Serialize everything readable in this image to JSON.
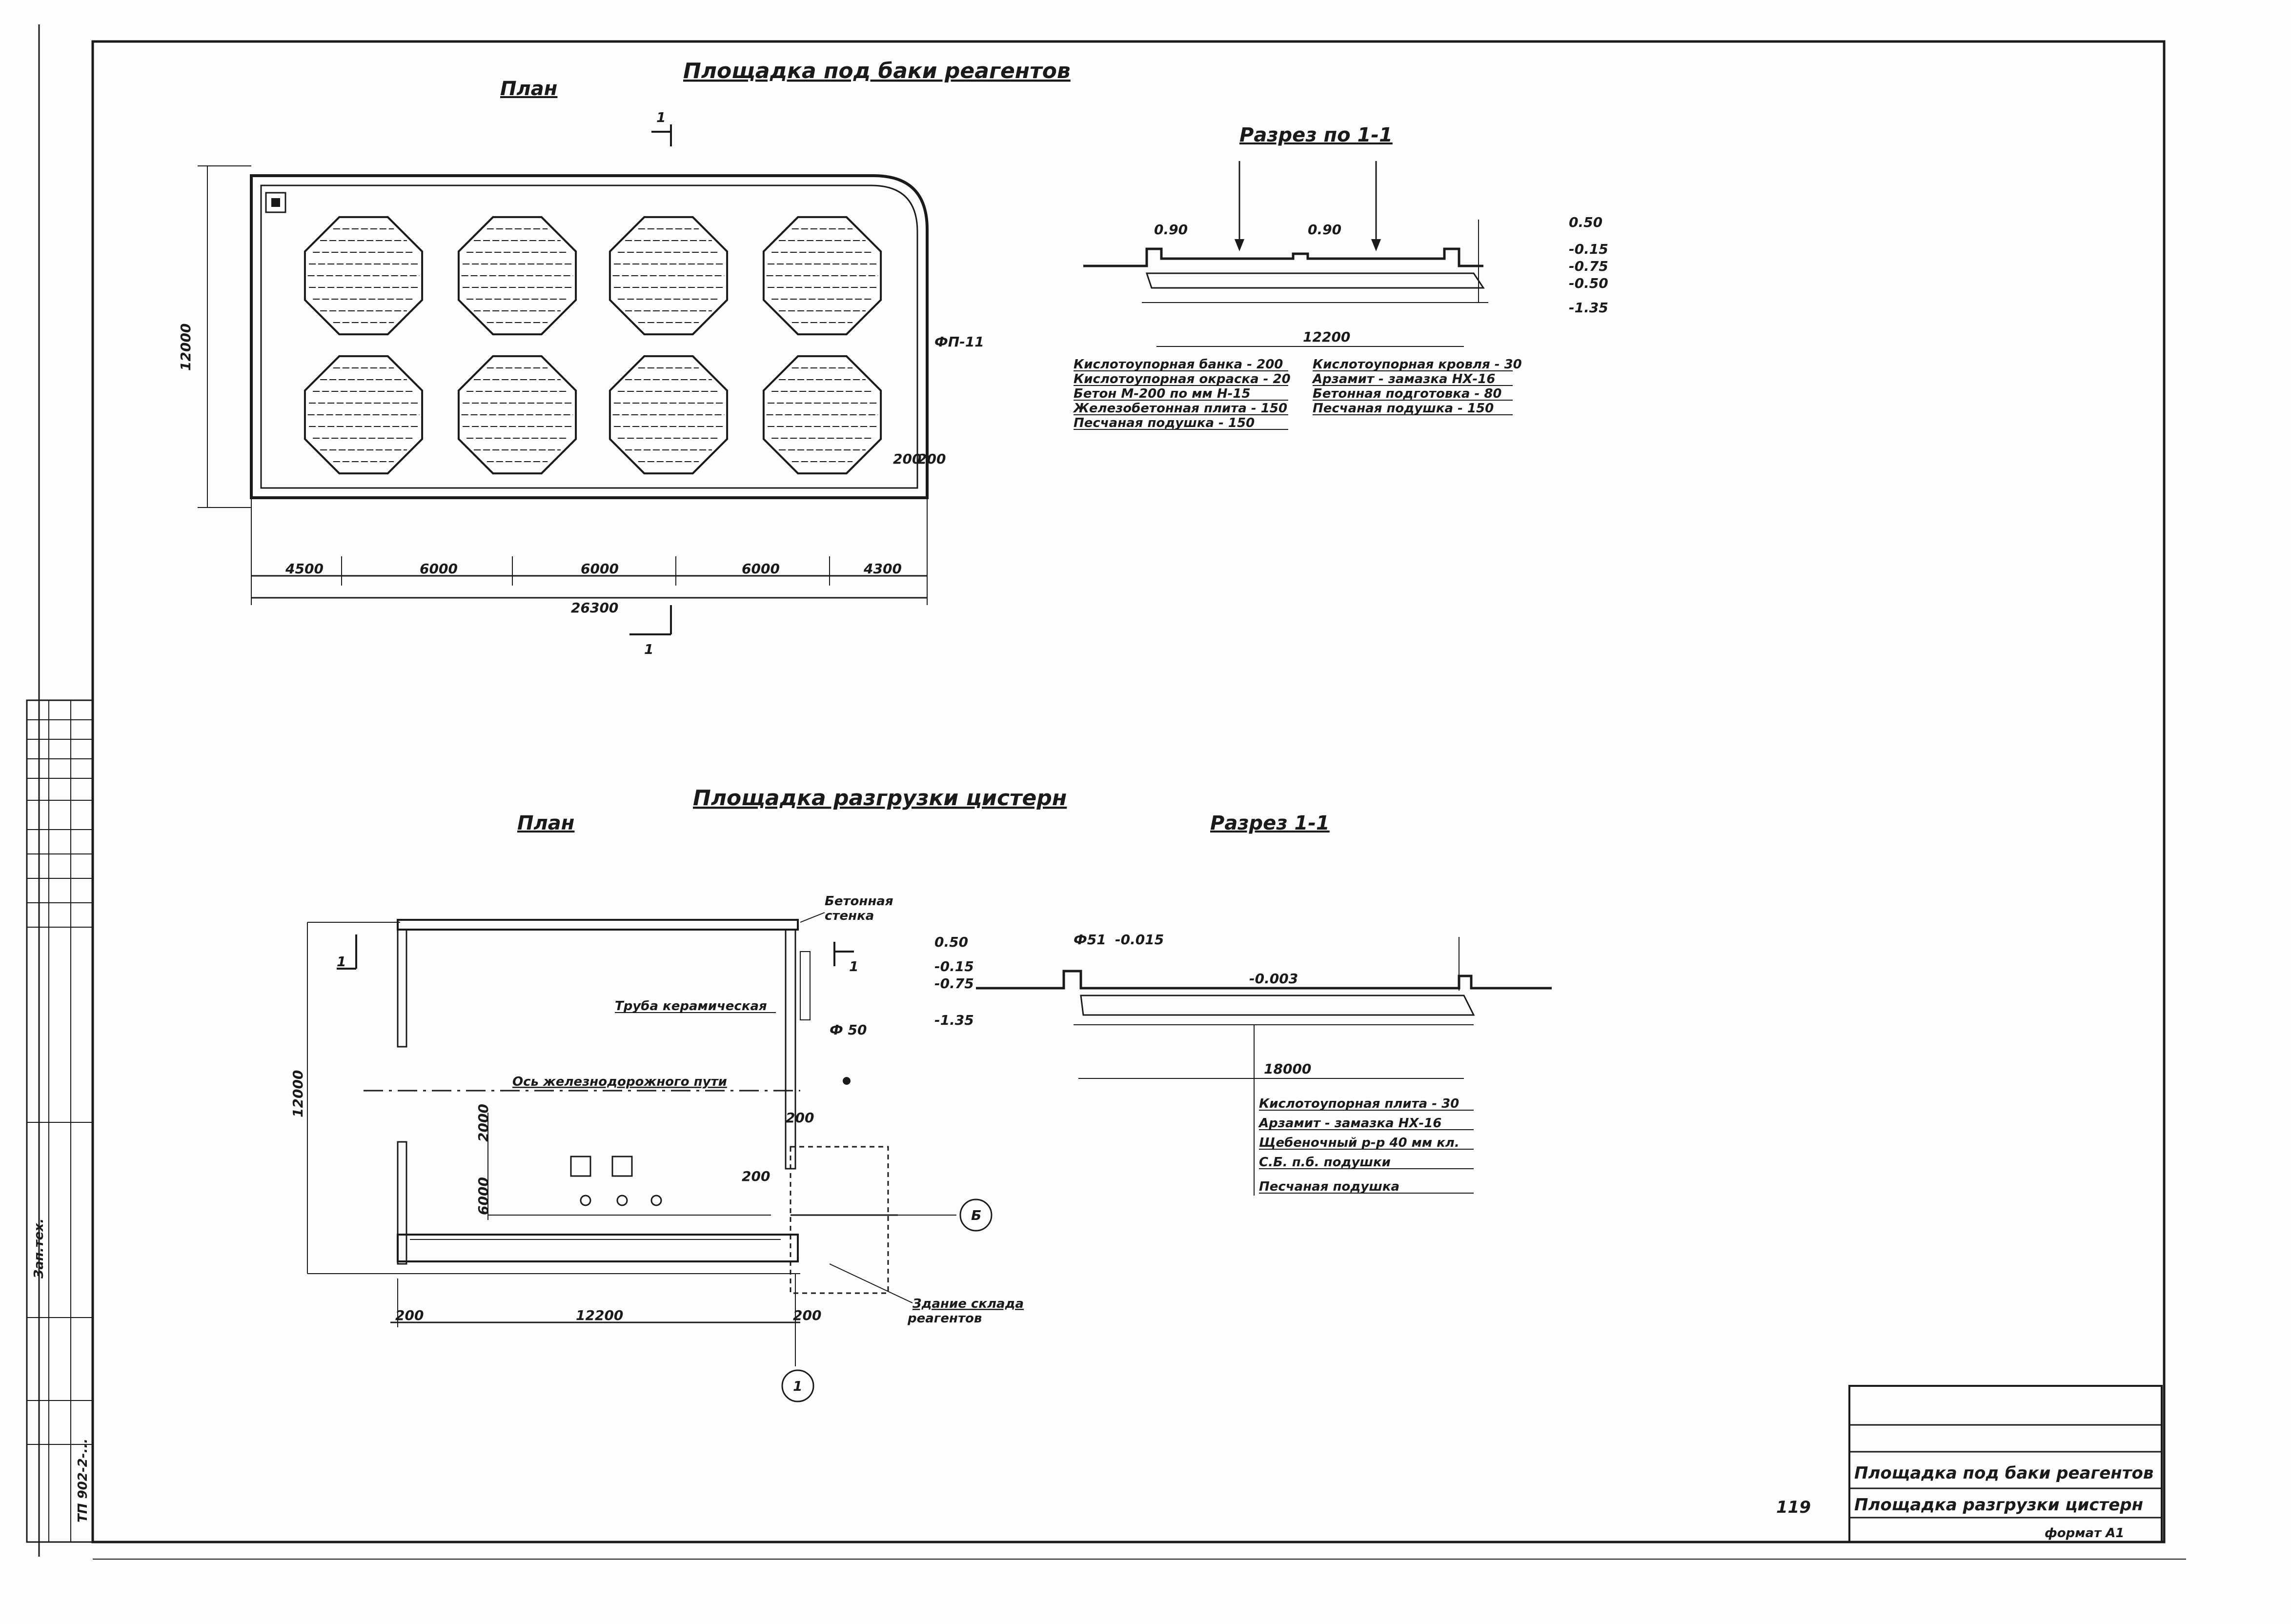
{
  "sheet": {
    "number": "119",
    "format": "формат А1",
    "stamp_side": "Зап.тех.",
    "stamp_lines": [
      "ТП 902-2-..."
    ]
  },
  "top": {
    "plan_label": "План",
    "title": "Площадка под баки реагентов",
    "section_mark": "1",
    "width_label": "12000",
    "pipe_label": "ФП-11",
    "corner_labels": [
      "200",
      "200"
    ],
    "dims": [
      "4500",
      "6000",
      "6000",
      "6000",
      "4300"
    ],
    "total": "26300"
  },
  "top_section": {
    "title": "Разрез по 1-1",
    "dims": [
      "0.90",
      "0.90"
    ],
    "levels": [
      "0.50",
      "-0.15",
      "-0.75",
      "-0.50",
      "-1.35"
    ],
    "span": "12200",
    "left_spec": [
      "Кислотоупорная банка - 200",
      "Кислотоупорная окраска - 20",
      "Бетон М-200 по мм Н-15",
      "Железобетонная плита - 150",
      "Песчаная подушка - 150"
    ],
    "right_spec": [
      "Кислотоупорная кровля - 30",
      "Арзамит - замазка НХ-16",
      "Бетонная подготовка - 80",
      "Песчаная подушка - 150"
    ]
  },
  "bottom": {
    "plan_label": "План",
    "title": "Площадка разгрузки цистерн",
    "section_mark": "1",
    "height_label": "12000",
    "concrete_wall": [
      "Бетонная",
      "стенка"
    ],
    "pipe": "Труба керамическая",
    "pipe_dia": "Ф 50",
    "rail_axis": "Ось железнодорожного пути",
    "dims_small": [
      "200",
      "200",
      "200",
      "200"
    ],
    "span": "12200",
    "axis_b": "Б",
    "axis_1": "1",
    "building": [
      "Здание склада",
      "реагентов"
    ],
    "vertical_dims": [
      "6000",
      "2000"
    ]
  },
  "bottom_section": {
    "title": "Разрез 1-1",
    "levels": [
      "0.50",
      "-0.15",
      "-0.75",
      "-1.35"
    ],
    "marks": [
      "Ф51",
      "-0.015",
      "-0.003"
    ],
    "span": "18000",
    "spec": [
      "Кислотоупорная плита - 30",
      "Арзамит - замазка НХ-16",
      "Щебеночный р-р 40 мм кл.",
      "С.Б. п.б. подушки",
      "Песчаная подушка"
    ]
  },
  "title_block": {
    "row1": "Площадка под баки реагентов",
    "row2": "Площадка разгрузки цистерн"
  }
}
